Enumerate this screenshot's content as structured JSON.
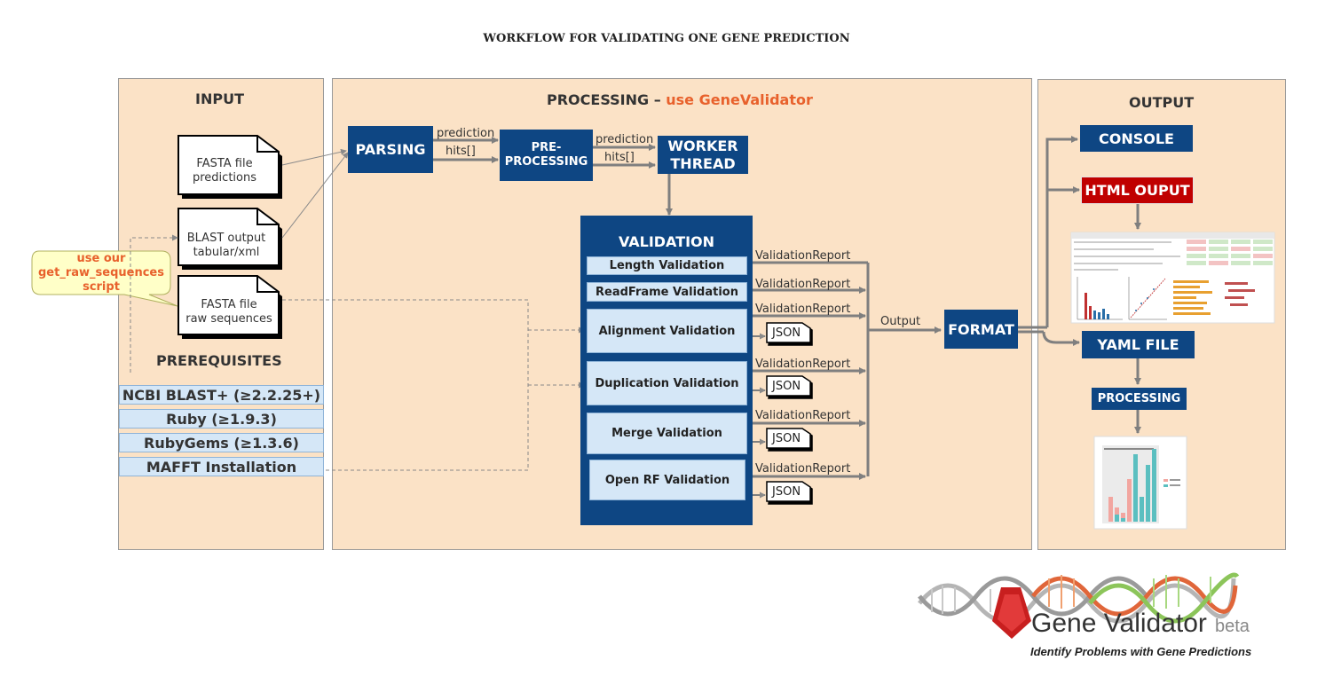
{
  "title": "WORKFLOW FOR VALIDATING ONE GENE PREDICTION",
  "colors": {
    "panel_bg": "#fbe2c6",
    "box_blue": "#0e4683",
    "box_red": "#c00000",
    "light_blue": "#d5e7f7",
    "accent_orange": "#e8612c",
    "arrow_gray": "#7f7f7f"
  },
  "input": {
    "heading": "INPUT",
    "docs": [
      {
        "line1": "FASTA file",
        "line2": "predictions"
      },
      {
        "line1": "BLAST output",
        "line2": "tabular/xml"
      },
      {
        "line1": "FASTA file",
        "line2": "raw sequences"
      }
    ],
    "callout": {
      "line1": "use our",
      "line2": "get_raw_sequences",
      "line3": "script"
    },
    "prerequisites_heading": "PREREQUISITES",
    "prerequisites": [
      "NCBI BLAST+ (≥2.2.25+)",
      "Ruby (≥1.9.3)",
      "RubyGems (≥1.3.6)",
      "MAFFT Installation"
    ]
  },
  "processing": {
    "heading_main": "PROCESSING – ",
    "heading_accent": "use GeneValidator",
    "parsing": "PARSING",
    "preprocessing_line1": "PRE-",
    "preprocessing_line2": "PROCESSING",
    "worker_line1": "WORKER",
    "worker_line2": "THREAD",
    "edge_prediction": "prediction",
    "edge_hits": "hits[]",
    "validation_title": "VALIDATION",
    "validations": [
      "Length Validation",
      "ReadFrame Validation",
      "Alignment Validation",
      "Duplication Validation",
      "Merge Validation",
      "Open RF Validation"
    ],
    "report_label": "ValidationReport",
    "json_label": "JSON",
    "output_label": "Output",
    "format": "FORMAT"
  },
  "output": {
    "heading": "OUTPUT",
    "console": "CONSOLE",
    "html_output": "HTML OUPUT",
    "yaml_file": "YAML FILE",
    "processing": "PROCESSING"
  },
  "logo": {
    "name": "Gene Validator",
    "badge": "beta",
    "tagline": "Identify Problems with Gene Predictions"
  }
}
